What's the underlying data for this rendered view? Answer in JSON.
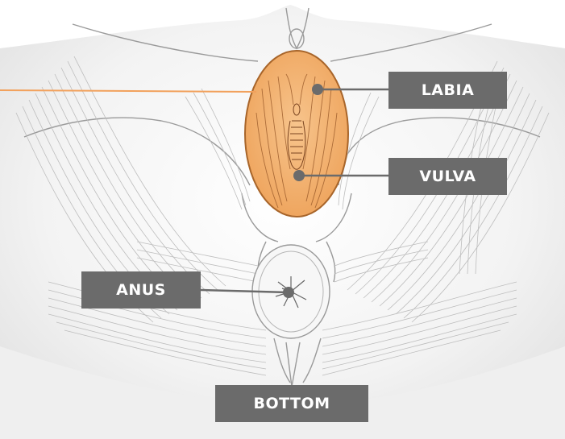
{
  "labels": {
    "labia": "LABIA",
    "vulva": "VULVA",
    "anus": "ANUS",
    "bottom": "BOTTOM"
  },
  "colors": {
    "label_bg": "#6b6b6b",
    "label_text": "#ffffff",
    "highlight_fill": "#f2b06a",
    "highlight_stroke": "#a8652a",
    "pointer_line": "#f2a15c",
    "connector": "#6b6b6b",
    "outline": "#9a9a9a",
    "muscle": "#b9b9b9",
    "body_shade": "#eeeeee"
  }
}
